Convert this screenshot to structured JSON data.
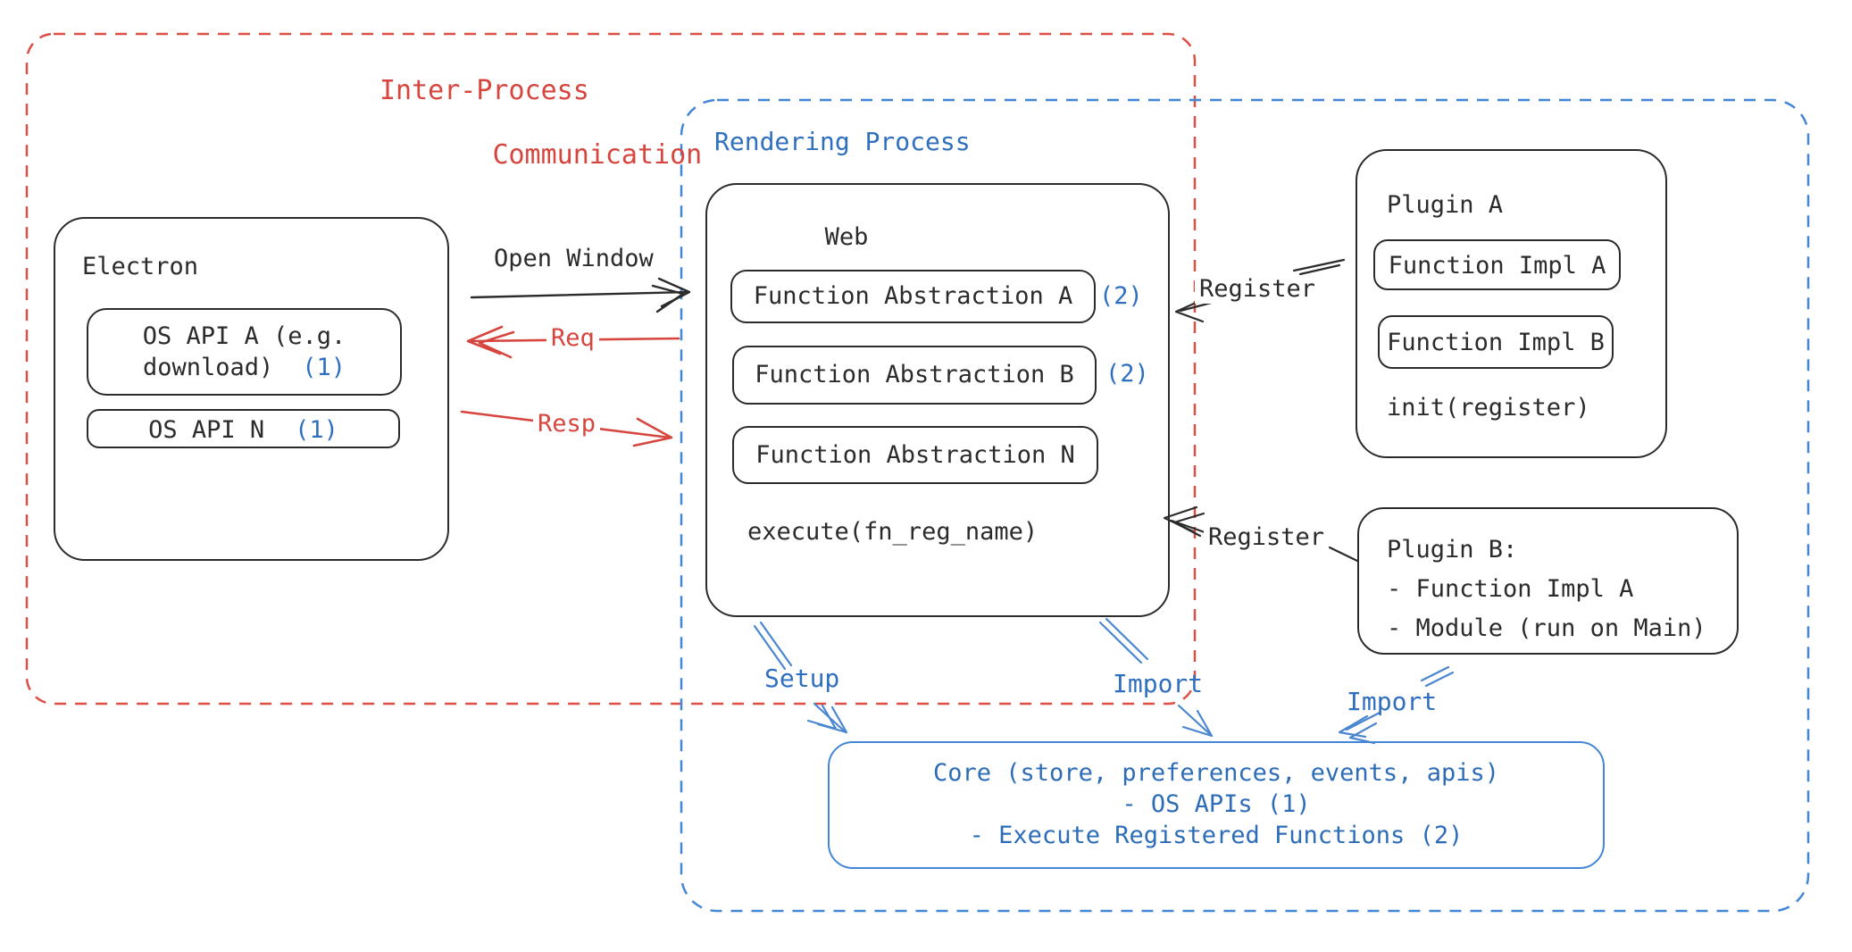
{
  "palette": {
    "red": "#d6453e",
    "blue_border": "#4486d6",
    "blue_text": "#2f6fbf",
    "blue_arrow": "#4a86d0",
    "ink": "#2b2b2b",
    "background": "#ffffff"
  },
  "ipc_region": {
    "label_line1": "Inter-Process",
    "label_line2": "Communication"
  },
  "rendering_region": {
    "label": "Rendering Process"
  },
  "electron": {
    "title": "Electron",
    "api_a": {
      "line1": "OS API A (e.g.",
      "line2": "download)",
      "note": "(1)"
    },
    "api_n": {
      "label": "OS API N",
      "note": "(1)"
    }
  },
  "web": {
    "title": "Web",
    "abstractions": [
      {
        "label": "Function Abstraction A",
        "note": "(2)"
      },
      {
        "label": "Function Abstraction B",
        "note": "(2)"
      },
      {
        "label": "Function Abstraction N",
        "note": ""
      }
    ],
    "execute": "execute(fn_reg_name)"
  },
  "plugin_a": {
    "title": "Plugin A",
    "impls": [
      "Function Impl A",
      "Function Impl B"
    ],
    "init": "init(register)"
  },
  "plugin_b": {
    "title": "Plugin B:",
    "items": [
      "- Function Impl A",
      "- Module (run on Main)"
    ]
  },
  "core": {
    "lines": [
      "Core (store, preferences, events, apis)",
      "- OS APIs (1)",
      "- Execute Registered Functions (2)"
    ]
  },
  "arrows": {
    "open_window": "Open Window",
    "req": "Req",
    "resp": "Resp",
    "register_top": "Register",
    "register_bottom": "Register",
    "setup": "Setup",
    "import_mid": "Import",
    "import_right": "Import"
  }
}
